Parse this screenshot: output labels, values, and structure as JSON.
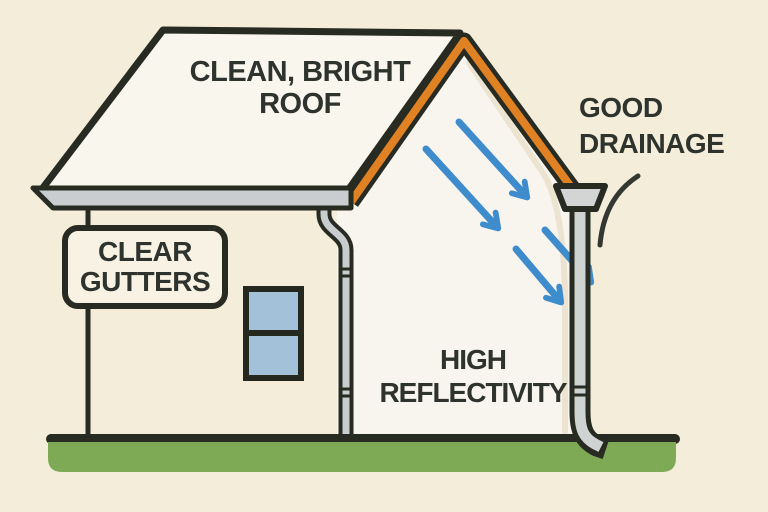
{
  "diagram": {
    "subject": "house-cool-roof-maintenance",
    "labels": {
      "roof": {
        "line1": "CLEAN, BRIGHT",
        "line2": "ROOF"
      },
      "drainage": {
        "line1": "GOOD",
        "line2": "DRAINAGE"
      },
      "gutters_sign": {
        "line1": "CLEAR",
        "line2": "GUTTERS"
      },
      "reflectivity": {
        "line1": "HIGH",
        "line2": "REFLECTIVITY"
      }
    },
    "icons": {
      "flow_arrows": "four blue diagonal arrows pointing down-right along roof slope",
      "pointer_arc": "curved line from drainage label toward downspout"
    },
    "colors": {
      "background": "#f3edda",
      "outline": "#272b22",
      "roof_fill": "#f9f6ee",
      "wall_fill": "#f8f5ee",
      "ridge_orange": "#e08224",
      "metal_gray": "#c9cdcf",
      "window_blue": "#a4c1da",
      "arrow_blue": "#3f8ccd",
      "grass_green": "#7ea955",
      "text": "#2e332d",
      "sign_fill": "#f7f2e3"
    }
  }
}
